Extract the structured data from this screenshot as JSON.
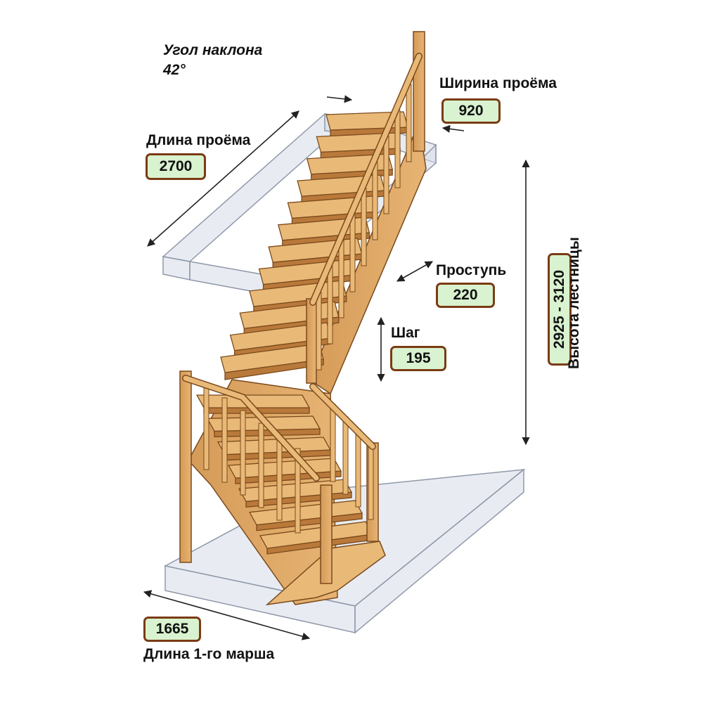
{
  "angle": {
    "caption": "Угол наклона",
    "value": "42°"
  },
  "opening_width": {
    "caption": "Ширина проёма",
    "value": "920"
  },
  "opening_length": {
    "caption": "Длина проёма",
    "value": "2700"
  },
  "tread": {
    "caption": "Проступь",
    "value": "220"
  },
  "step": {
    "caption": "Шаг",
    "value": "195"
  },
  "height": {
    "caption": "Высота лестницы",
    "value": "2925 - 3120"
  },
  "first_flight": {
    "caption": "Длина 1-го марша",
    "value": "1665"
  },
  "colors": {
    "wood": "#e9b978",
    "wood_dark": "#b9793a",
    "outline": "#7a4a1c",
    "badge_fill": "#d9f2cf",
    "badge_border": "#7a3b14",
    "glass": "#d6dce8"
  }
}
